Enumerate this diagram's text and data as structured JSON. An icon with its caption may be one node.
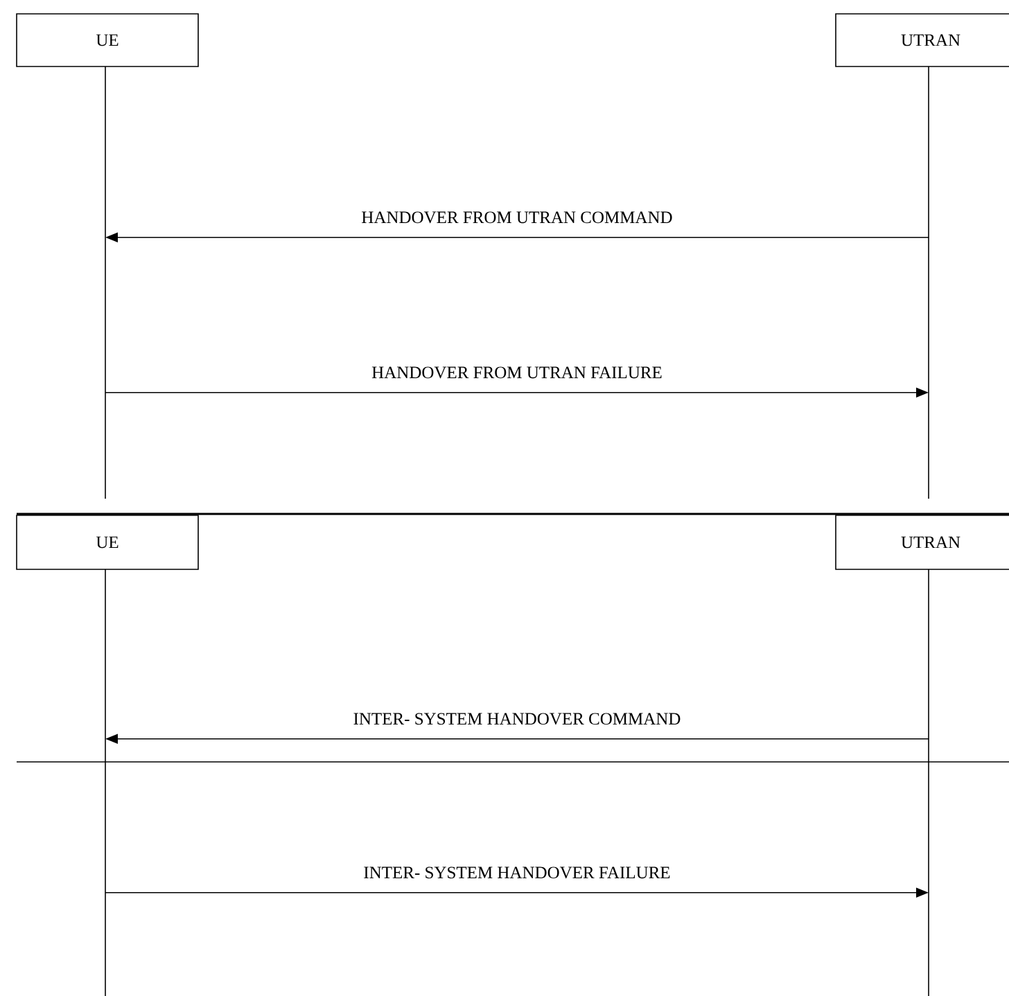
{
  "diagram": {
    "nodes": [
      {
        "text": [
          "UE"
        ]
      },
      {
        "text": [
          "UTRAN"
        ]
      },
      {
        "text": [
          "UE"
        ]
      },
      {
        "text": [
          "UTRAN"
        ]
      }
    ],
    "edges": [
      {
        "from": 1,
        "to": 0,
        "arrow": "to",
        "label": "HANDOVER FROM UTRAN COMMAND"
      },
      {
        "from": 0,
        "to": 1,
        "arrow": "to",
        "label": "HANDOVER FROM UTRAN FAILURE"
      },
      {
        "from": 3,
        "to": 2,
        "arrow": "to",
        "label": "INTER- SYSTEM HANDOVER COMMAND"
      },
      {
        "from": 2,
        "to": 3,
        "arrow": "to",
        "label": "INTER- SYSTEM HANDOVER FAILURE"
      }
    ]
  }
}
